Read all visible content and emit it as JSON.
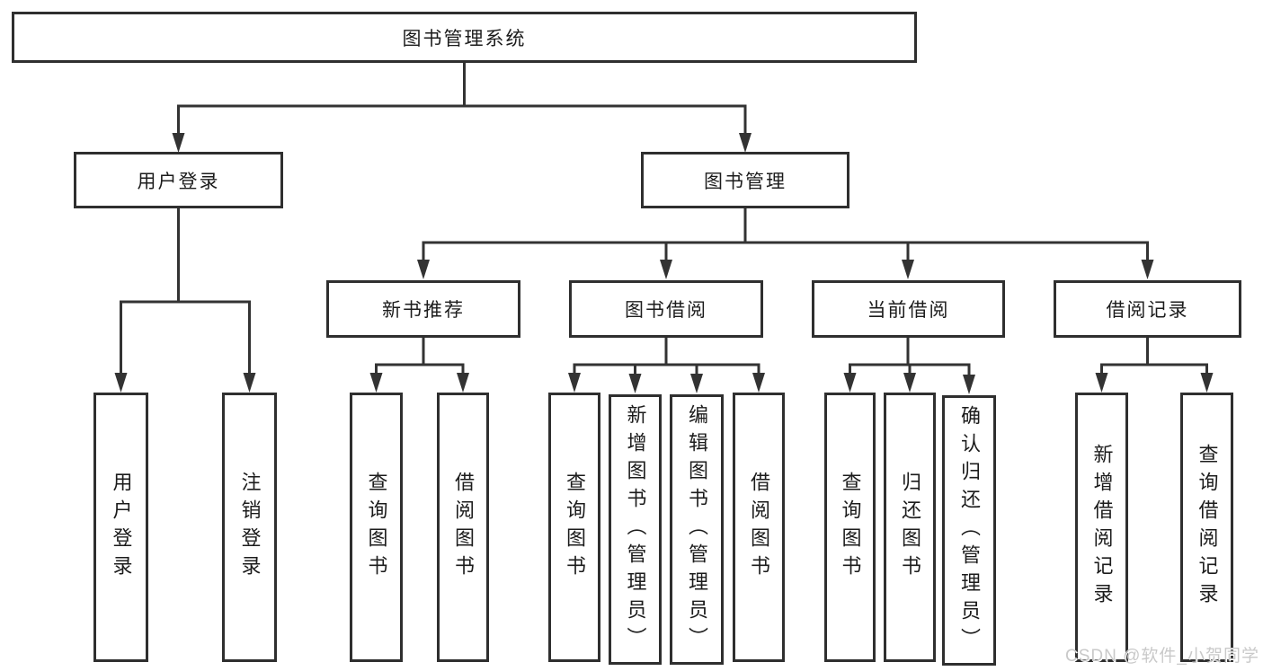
{
  "colors": {
    "line": "#333333",
    "box-border": "#2f2f2f",
    "text": "#1c1c1c",
    "watermark": "#c9c9c9",
    "background": "#ffffff"
  },
  "watermark": "CSDN @软件_小贺同学",
  "tree": {
    "root": "图书管理系统",
    "branches": [
      {
        "label": "用户登录",
        "children": [
          "用户登录",
          "注销登录"
        ]
      },
      {
        "label": "图书管理",
        "children": [
          {
            "label": "新书推荐",
            "children": [
              "查询图书",
              "借阅图书"
            ]
          },
          {
            "label": "图书借阅",
            "children": [
              "查询图书",
              "新增图书（管理员）",
              "编辑图书（管理员）",
              "借阅图书"
            ]
          },
          {
            "label": "当前借阅",
            "children": [
              "查询图书",
              "归还图书",
              "确认归还（管理员）"
            ]
          },
          {
            "label": "借阅记录",
            "children": [
              "新增借阅记录",
              "查询借阅记录"
            ]
          }
        ]
      }
    ]
  }
}
